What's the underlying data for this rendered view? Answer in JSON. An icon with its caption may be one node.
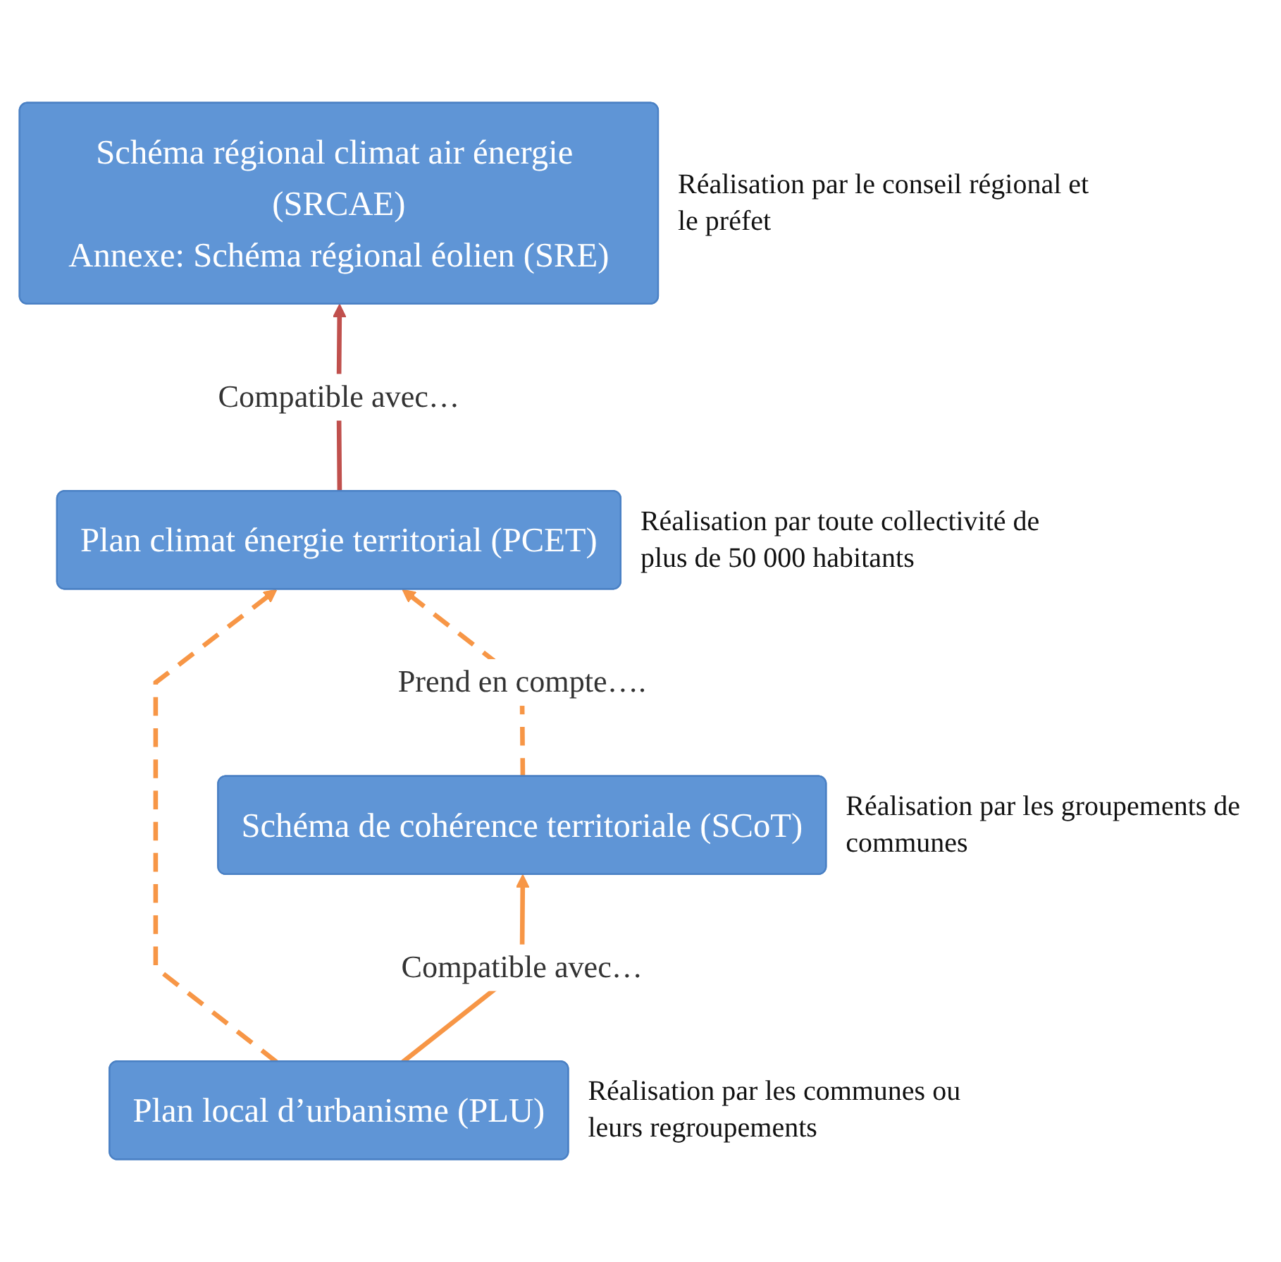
{
  "diagram": {
    "nodes": [
      {
        "text": [
          "Schéma régional climat air énergie (SRCAE)",
          "Annexe: Schéma régional éolien (SRE)"
        ],
        "beside": [
          "Réalisation par le conseil régional et le préfet"
        ]
      },
      {
        "text": [
          "Plan climat énergie territorial (PCET)"
        ],
        "beside": [
          "Réalisation par toute collectivité de plus de 50 000 habitants"
        ]
      },
      {
        "text": [
          "Schéma de cohérence territoriale (SCoT)"
        ],
        "beside": [
          "Réalisation par les groupements de communes"
        ]
      },
      {
        "text": [
          "Plan local d’urbanisme (PLU)"
        ],
        "beside": [
          "Réalisation par les communes ou leurs regroupements"
        ]
      }
    ],
    "edges": [
      {
        "from": 1,
        "to": 0,
        "arrow": "to",
        "label": "Compatible avec…",
        "color": "#c0504d"
      },
      {
        "from": 3,
        "to": 1,
        "arrow": "to",
        "style": "dashed"
      },
      {
        "from": 2,
        "to": 1,
        "arrow": "to",
        "style": "dashed",
        "label": "Prend en compte…."
      },
      {
        "from": 3,
        "to": 2,
        "arrow": "to",
        "label": "Compatible avec…"
      }
    ]
  }
}
